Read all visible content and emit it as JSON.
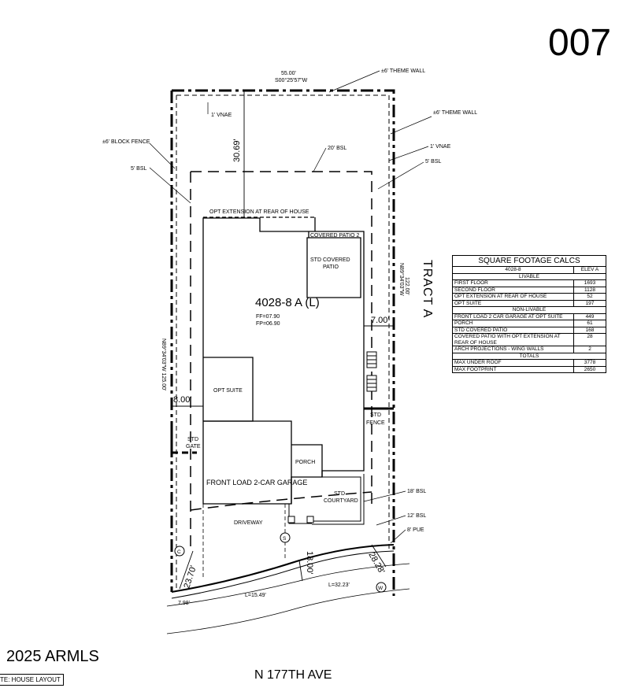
{
  "lot_number": "007",
  "street_name": "N 177TH AVE",
  "copyright": "2025 ARMLS",
  "footer_label": "TE: HOUSE LAYOUT",
  "tract_label": "TRACT A",
  "model_label": "4028-8 A (L)",
  "ff_label": "FF=07.90",
  "fp_label": "FP=06.90",
  "boundary": {
    "top_distance": "55.00'",
    "top_bearing": "S00°25'57\"W",
    "left_bearing": "N89°34'03\"W 125.00'",
    "right_bearing": "N89°34'03\"W",
    "right_distance": "122.00'",
    "arc_left": "L=15.49'",
    "arc_right": "L=32.23'",
    "corner_left": "7.98'"
  },
  "dimensions": {
    "rear_setback": "30.69'",
    "side_left": "8.00'",
    "side_right": "7.00'",
    "front_left": "23.70'",
    "front_mid": "18.00'",
    "front_right": "28.28'"
  },
  "callouts": {
    "theme_wall_top": "±6' THEME WALL",
    "theme_wall_right": "±6' THEME WALL",
    "vnae_top": "1' VNAE",
    "vnae_right": "1' VNAE",
    "block_fence": "±6' BLOCK FENCE",
    "bsl_left": "5' BSL",
    "bsl_rear": "20' BSL",
    "bsl_right": "5' BSL",
    "bsl_front": "18' BSL",
    "bsl_front2": "12' BSL",
    "pue": "8' PUE"
  },
  "rooms": {
    "opt_extension": "OPT EXTENSION AT REAR OF HOUSE",
    "covered_patio_2": "COVERED PATIO 2",
    "std_covered_patio_1": "STD COVERED",
    "std_covered_patio_2": "PATIO",
    "opt_suite": "OPT SUITE",
    "garage": "FRONT LOAD 2-CAR GARAGE",
    "porch": "PORCH",
    "driveway": "DRIVEWAY",
    "courtyard_1": "STD",
    "courtyard_2": "COURTYARD",
    "std_gate_1": "STD",
    "std_gate_2": "GATE",
    "std_fence_1": "STD",
    "std_fence_2": "FENCE"
  },
  "markers": {
    "c": "C",
    "s": "S",
    "w": "W"
  },
  "sqft_table": {
    "title": "SQUARE FOOTAGE CALCS",
    "plan": "4028-8",
    "elev": "ELEV A",
    "livable_header": "LIVABLE",
    "livable": [
      {
        "label": "FIRST FLOOR",
        "value": "1693"
      },
      {
        "label": "SECOND FLOOR",
        "value": "1128"
      },
      {
        "label": "OPT EXTENSION AT REAR OF HOUSE",
        "value": "52"
      },
      {
        "label": "OPT SUITE",
        "value": "197"
      }
    ],
    "nonlivable_header": "NON-LIVABLE",
    "nonlivable": [
      {
        "label": "FRONT LOAD 2 CAR GARAGE AT OPT SUITE",
        "value": "449"
      },
      {
        "label": "PORCH",
        "value": "61"
      },
      {
        "label": "STD COVERED PATIO",
        "value": "168"
      },
      {
        "label": "COVERED PATIO WITH OPT EXTENSION AT REAR OF HOUSE",
        "value": "28"
      },
      {
        "label": "ARCH PROJECTIONS - WING WALLS",
        "value": "2"
      }
    ],
    "totals_header": "TOTALS",
    "totals": [
      {
        "label": "MAX UNDER ROOF",
        "value": "3778"
      },
      {
        "label": "MAX FOOTPRINT",
        "value": "2650"
      }
    ]
  }
}
